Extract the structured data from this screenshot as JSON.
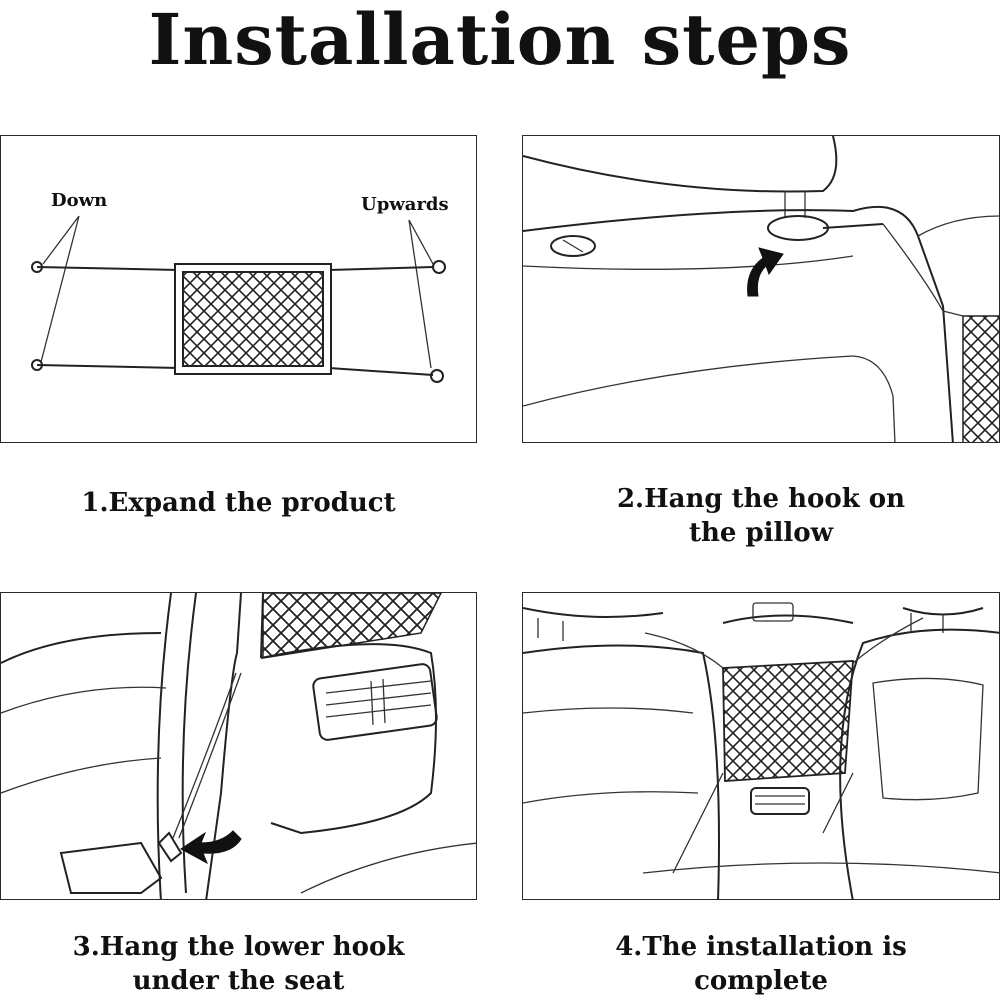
{
  "title": "Installation steps",
  "steps": [
    {
      "lines": [
        "1.Expand the product"
      ],
      "labels": {
        "down": "Down",
        "up": "Upwards"
      }
    },
    {
      "lines": [
        "2.Hang the hook on",
        "the pillow"
      ]
    },
    {
      "lines": [
        "3.Hang the lower hook",
        "under the seat"
      ]
    },
    {
      "lines": [
        "4.The installation is",
        "complete"
      ]
    }
  ],
  "colors": {
    "line": "#222222",
    "arrow": "#111111",
    "background": "#ffffff"
  },
  "icons": [
    "curved-up-arrow-icon",
    "curved-down-arrow-icon"
  ]
}
